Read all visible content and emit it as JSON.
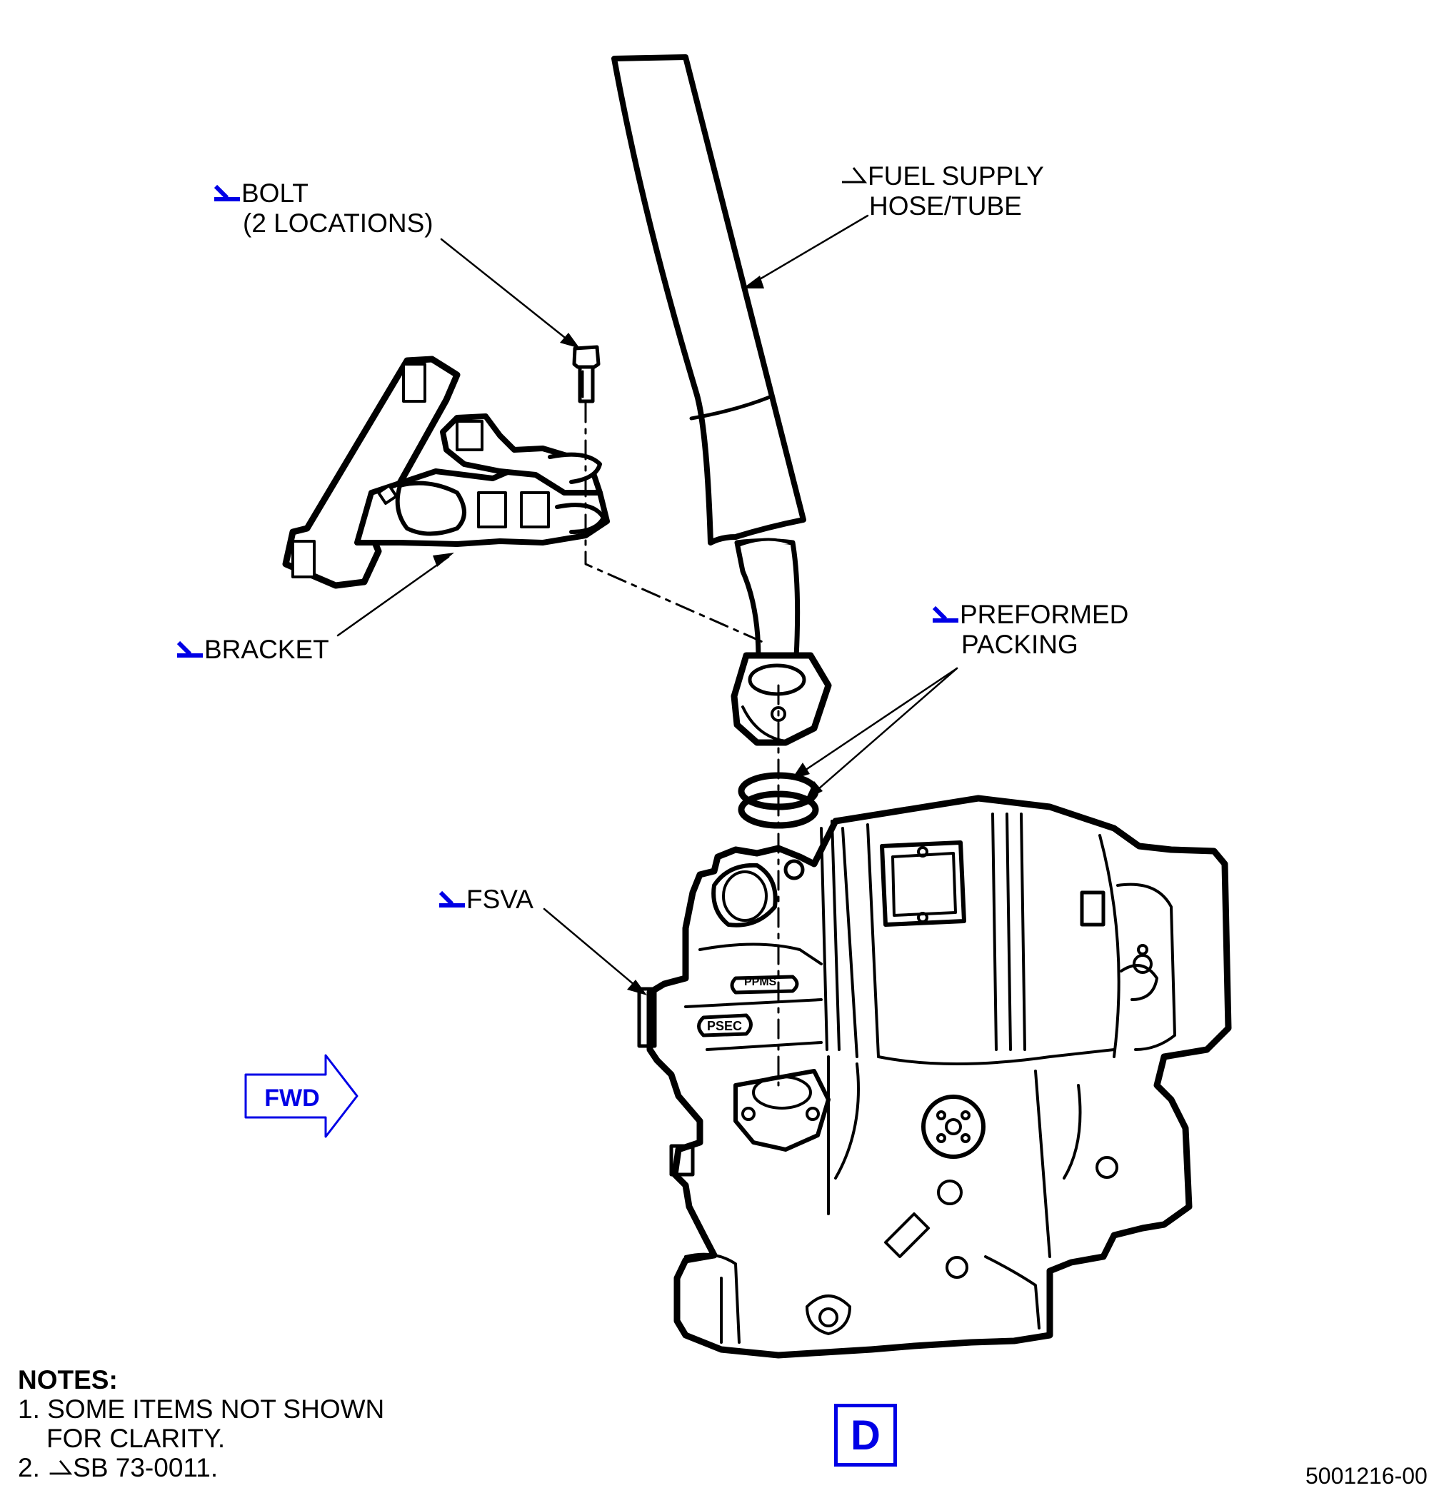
{
  "callouts": {
    "bolt": [
      "BOLT",
      "(2 LOCATIONS)"
    ],
    "fuel_supply": [
      "FUEL SUPPLY",
      "HOSE/TUBE"
    ],
    "bracket": "BRACKET",
    "preformed_packing": [
      "PREFORMED",
      "PACKING"
    ],
    "fsva": "FSVA"
  },
  "part_markings": {
    "ppms": "PPMS",
    "psec": "PSEC"
  },
  "direction_arrow": {
    "label": "FWD"
  },
  "detail_marker": {
    "label": "D"
  },
  "notes": {
    "title": "NOTES:",
    "items": [
      {
        "number": "1.",
        "text": [
          "SOME ITEMS NOT SHOWN",
          "FOR CLARITY."
        ]
      },
      {
        "number": "2.",
        "text": [
          "SB 73-0011."
        ]
      }
    ]
  },
  "figure_number": "5001216-00",
  "colors": {
    "ink": "#000000",
    "flag_blue": "#0000e6",
    "background": "#ffffff"
  },
  "icons": {
    "callout_flag": "blue-revision-flag-icon",
    "effectivity_flag": "sb-effectivity-triangle-icon"
  }
}
